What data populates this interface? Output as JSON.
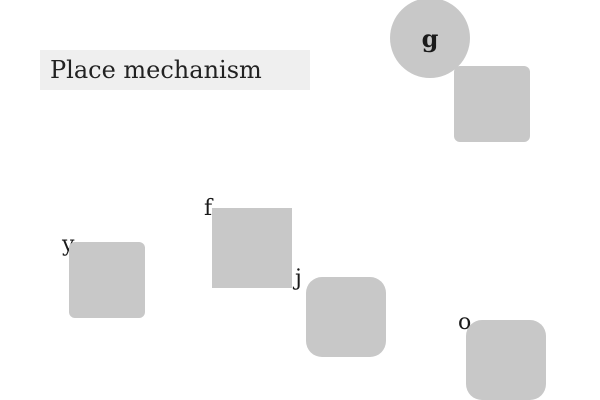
{
  "instruction": {
    "text": "Place mechanism"
  },
  "objects": [
    {
      "label": "g",
      "shape": "circle"
    },
    {
      "label": "",
      "shape": "rounded-square"
    },
    {
      "label": "f",
      "shape": "square"
    },
    {
      "label": "y",
      "shape": "rounded-square"
    },
    {
      "label": "j",
      "shape": "rounded-square"
    },
    {
      "label": "o",
      "shape": "rounded-square"
    }
  ],
  "colors": {
    "shape_fill": "#c8c8c8",
    "instruction_bg": "#efefef"
  }
}
